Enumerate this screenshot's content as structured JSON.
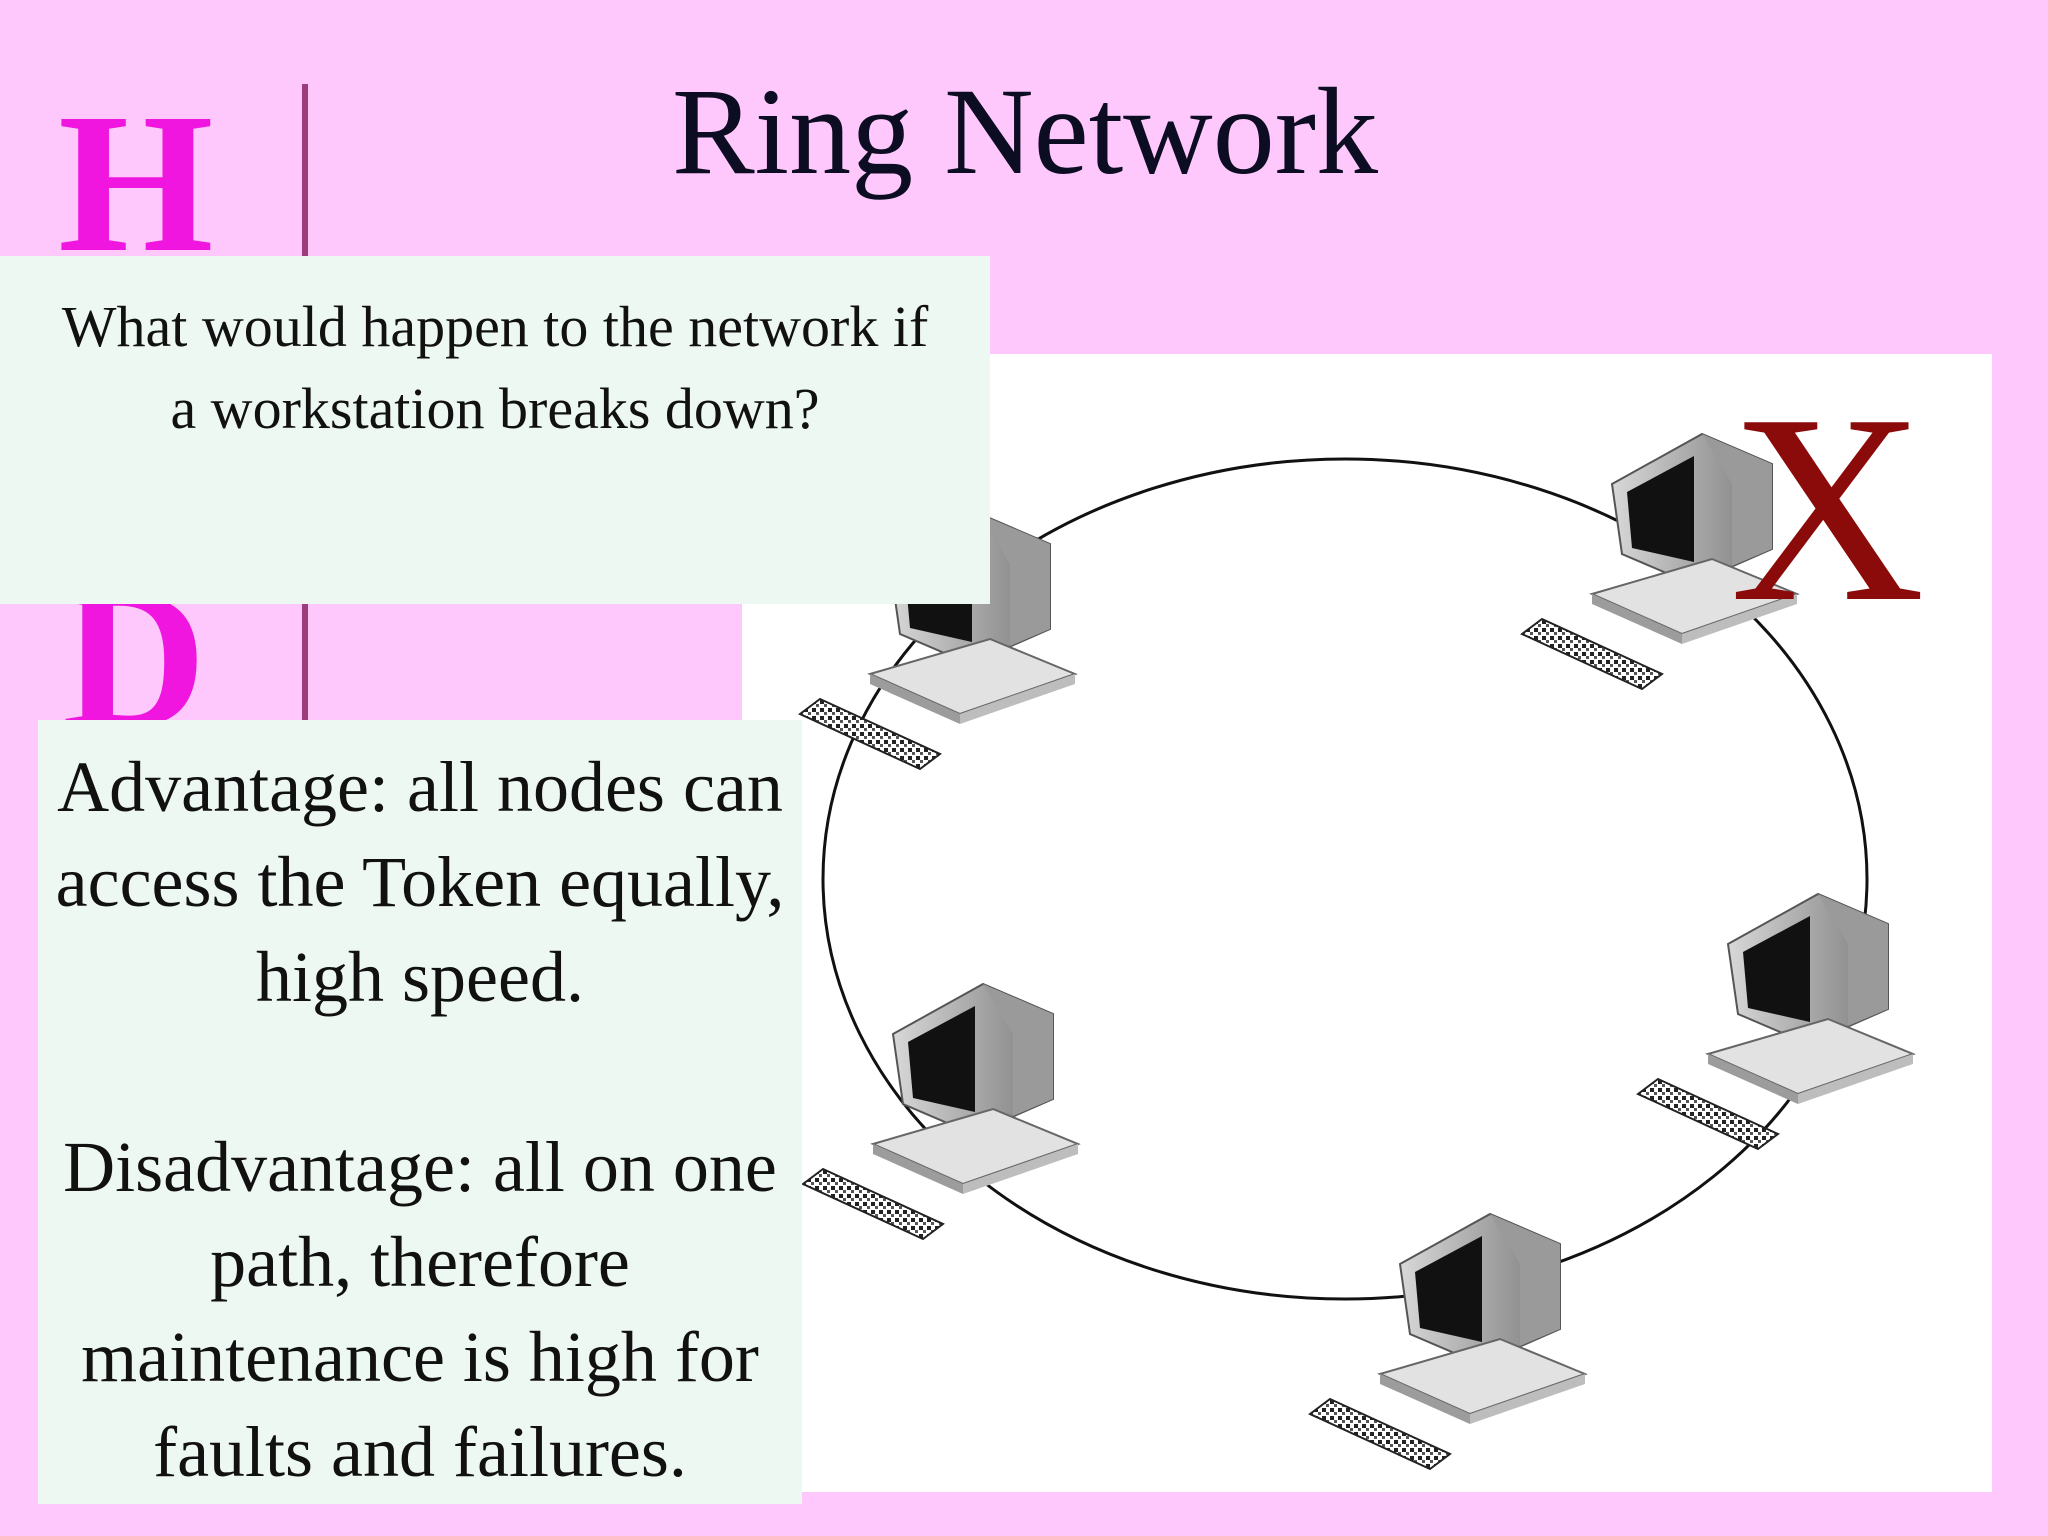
{
  "slide": {
    "title": "Ring Network",
    "letter_top": "H",
    "letter_bottom": "D",
    "colors": {
      "background": "#ffc8fc",
      "accent_letter": "#f016e0",
      "bar": "#9c3c78",
      "callout_bg": "#eef8f2",
      "failure_mark": "#8b0a0a"
    }
  },
  "question": "What would happen to the network if a workstation breaks down?",
  "advantage": "Advantage: all nodes can access the Token equally, high speed.",
  "disadvantage": "Disadvantage: all on one path, therefore maintenance is high for faults and failures.",
  "diagram": {
    "topology": "ring",
    "workstations": [
      {
        "name": "workstation-top-left",
        "icon": "computer-icon",
        "failed": false
      },
      {
        "name": "workstation-top-right",
        "icon": "computer-icon",
        "failed": true
      },
      {
        "name": "workstation-right",
        "icon": "computer-icon",
        "failed": false
      },
      {
        "name": "workstation-bottom",
        "icon": "computer-icon",
        "failed": false
      },
      {
        "name": "workstation-left",
        "icon": "computer-icon",
        "failed": false
      }
    ],
    "failure_mark": "X"
  }
}
